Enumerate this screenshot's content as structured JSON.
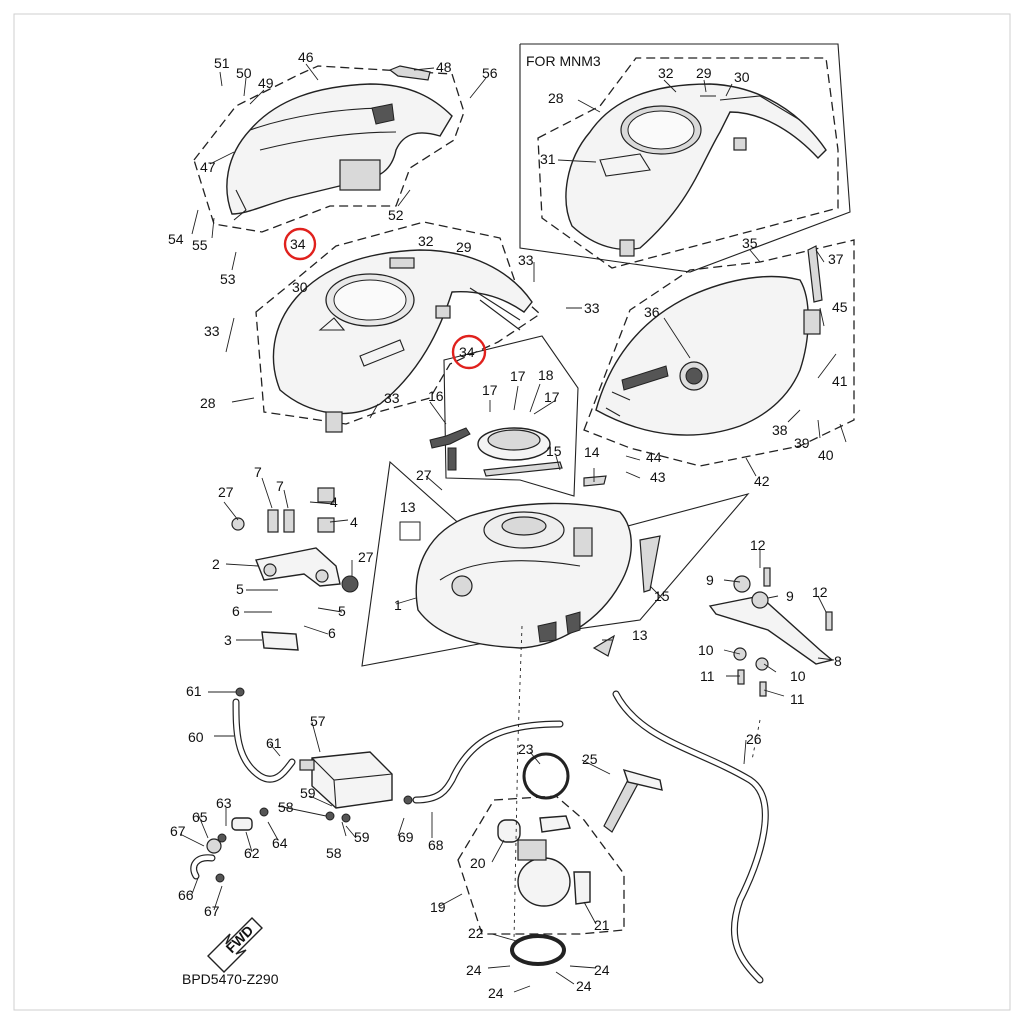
{
  "diagram": {
    "inset_title": "FOR MNM3",
    "drawing_code": "BPD5470-Z290",
    "fwd_label": "FWD",
    "highlighted_part": "34",
    "highlight_color": "#e0211d",
    "callouts": [
      {
        "id": "c1",
        "text": "1"
      },
      {
        "id": "c2",
        "text": "2"
      },
      {
        "id": "c3",
        "text": "3"
      },
      {
        "id": "c4a",
        "text": "4"
      },
      {
        "id": "c4b",
        "text": "4"
      },
      {
        "id": "c5a",
        "text": "5"
      },
      {
        "id": "c5b",
        "text": "5"
      },
      {
        "id": "c6a",
        "text": "6"
      },
      {
        "id": "c6b",
        "text": "6"
      },
      {
        "id": "c7a",
        "text": "7"
      },
      {
        "id": "c7b",
        "text": "7"
      },
      {
        "id": "c8",
        "text": "8"
      },
      {
        "id": "c9a",
        "text": "9"
      },
      {
        "id": "c9b",
        "text": "9"
      },
      {
        "id": "c10a",
        "text": "10"
      },
      {
        "id": "c10b",
        "text": "10"
      },
      {
        "id": "c11a",
        "text": "11"
      },
      {
        "id": "c11b",
        "text": "11"
      },
      {
        "id": "c12a",
        "text": "12"
      },
      {
        "id": "c12b",
        "text": "12"
      },
      {
        "id": "c13a",
        "text": "13"
      },
      {
        "id": "c13b",
        "text": "13"
      },
      {
        "id": "c14",
        "text": "14"
      },
      {
        "id": "c15a",
        "text": "15"
      },
      {
        "id": "c15b",
        "text": "15"
      },
      {
        "id": "c16",
        "text": "16"
      },
      {
        "id": "c17a",
        "text": "17"
      },
      {
        "id": "c17b",
        "text": "17"
      },
      {
        "id": "c17c",
        "text": "17"
      },
      {
        "id": "c18",
        "text": "18"
      },
      {
        "id": "c19",
        "text": "19"
      },
      {
        "id": "c20",
        "text": "20"
      },
      {
        "id": "c21",
        "text": "21"
      },
      {
        "id": "c22",
        "text": "22"
      },
      {
        "id": "c23",
        "text": "23"
      },
      {
        "id": "c24a",
        "text": "24"
      },
      {
        "id": "c24b",
        "text": "24"
      },
      {
        "id": "c24c",
        "text": "24"
      },
      {
        "id": "c24d",
        "text": "24"
      },
      {
        "id": "c25",
        "text": "25"
      },
      {
        "id": "c26",
        "text": "26"
      },
      {
        "id": "c27a",
        "text": "27"
      },
      {
        "id": "c27b",
        "text": "27"
      },
      {
        "id": "c27c",
        "text": "27"
      },
      {
        "id": "c28a",
        "text": "28"
      },
      {
        "id": "c28b",
        "text": "28"
      },
      {
        "id": "c29a",
        "text": "29"
      },
      {
        "id": "c29b",
        "text": "29"
      },
      {
        "id": "c30a",
        "text": "30"
      },
      {
        "id": "c30b",
        "text": "30"
      },
      {
        "id": "c31",
        "text": "31"
      },
      {
        "id": "c32a",
        "text": "32"
      },
      {
        "id": "c32b",
        "text": "32"
      },
      {
        "id": "c33a",
        "text": "33"
      },
      {
        "id": "c33b",
        "text": "33"
      },
      {
        "id": "c33c",
        "text": "33"
      },
      {
        "id": "c33d",
        "text": "33"
      },
      {
        "id": "c34a",
        "text": "34"
      },
      {
        "id": "c34b",
        "text": "34"
      },
      {
        "id": "c35",
        "text": "35"
      },
      {
        "id": "c36",
        "text": "36"
      },
      {
        "id": "c37",
        "text": "37"
      },
      {
        "id": "c38",
        "text": "38"
      },
      {
        "id": "c39",
        "text": "39"
      },
      {
        "id": "c40",
        "text": "40"
      },
      {
        "id": "c41",
        "text": "41"
      },
      {
        "id": "c42",
        "text": "42"
      },
      {
        "id": "c43",
        "text": "43"
      },
      {
        "id": "c44",
        "text": "44"
      },
      {
        "id": "c45",
        "text": "45"
      },
      {
        "id": "c46",
        "text": "46"
      },
      {
        "id": "c47",
        "text": "47"
      },
      {
        "id": "c48",
        "text": "48"
      },
      {
        "id": "c49",
        "text": "49"
      },
      {
        "id": "c50",
        "text": "50"
      },
      {
        "id": "c51",
        "text": "51"
      },
      {
        "id": "c52",
        "text": "52"
      },
      {
        "id": "c53",
        "text": "53"
      },
      {
        "id": "c54",
        "text": "54"
      },
      {
        "id": "c55",
        "text": "55"
      },
      {
        "id": "c56",
        "text": "56"
      },
      {
        "id": "c57",
        "text": "57"
      },
      {
        "id": "c58a",
        "text": "58"
      },
      {
        "id": "c58b",
        "text": "58"
      },
      {
        "id": "c59a",
        "text": "59"
      },
      {
        "id": "c59b",
        "text": "59"
      },
      {
        "id": "c60",
        "text": "60"
      },
      {
        "id": "c61a",
        "text": "61"
      },
      {
        "id": "c61b",
        "text": "61"
      },
      {
        "id": "c62",
        "text": "62"
      },
      {
        "id": "c63",
        "text": "63"
      },
      {
        "id": "c64",
        "text": "64"
      },
      {
        "id": "c65",
        "text": "65"
      },
      {
        "id": "c66",
        "text": "66"
      },
      {
        "id": "c67a",
        "text": "67"
      },
      {
        "id": "c67b",
        "text": "67"
      },
      {
        "id": "c68",
        "text": "68"
      },
      {
        "id": "c69",
        "text": "69"
      }
    ]
  }
}
